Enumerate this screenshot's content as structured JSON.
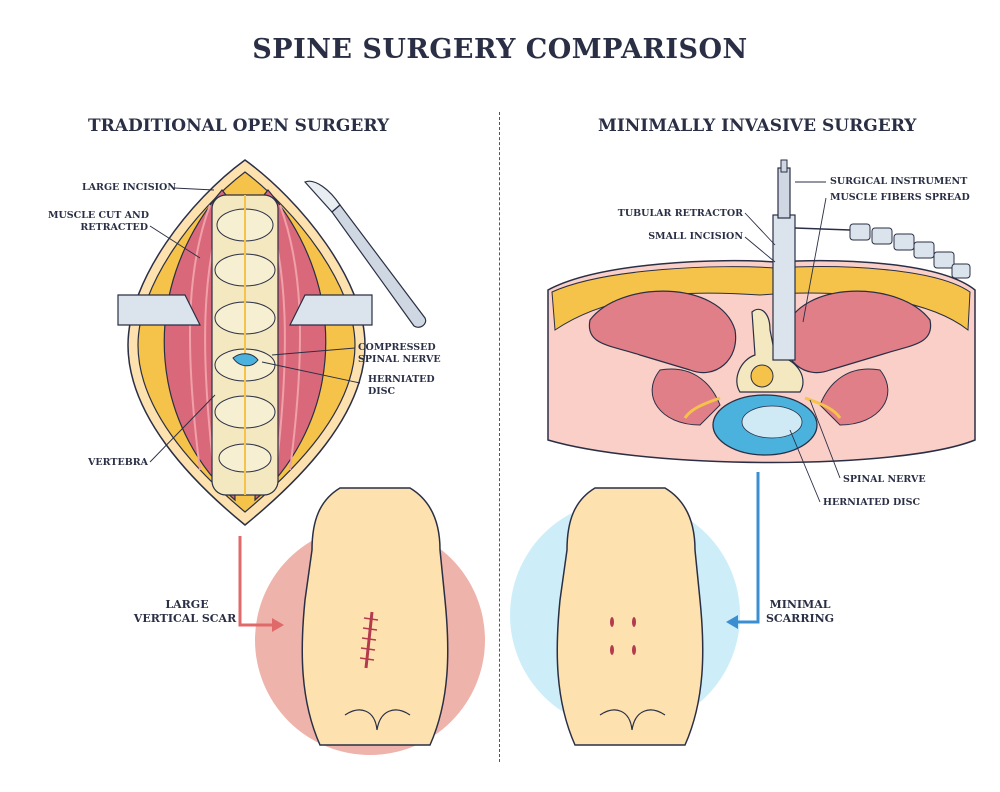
{
  "title": "SPINE SURGERY COMPARISON",
  "left": {
    "heading": "TRADITIONAL OPEN SURGERY",
    "labels": {
      "large_incision": "LARGE INCISION",
      "muscle_cut_1": "MUSCLE CUT AND",
      "muscle_cut_2": "RETRACTED",
      "compressed_1": "COMPRESSED",
      "compressed_2": "SPINAL NERVE",
      "herniated_1": "HERNIATED",
      "herniated_2": "DISC",
      "vertebra": "VERTEBRA",
      "scar_1": "LARGE",
      "scar_2": "VERTICAL SCAR"
    }
  },
  "right": {
    "heading": "MINIMALLY INVASIVE SURGERY",
    "labels": {
      "surgical_instrument": "SURGICAL INSTRUMENT",
      "muscle_fibers": "MUSCLE FIBERS SPREAD",
      "tubular_retractor": "TUBULAR RETRACTOR",
      "small_incision": "SMALL INCISION",
      "spinal_nerve": "SPINAL NERVE",
      "herniated_disc": "HERNIATED DISC",
      "scar_1": "MINIMAL",
      "scar_2": "SCARRING"
    }
  },
  "colors": {
    "outline": "#2a2f45",
    "skin": "#fde2b0",
    "fat": "#f5c24a",
    "muscle": "#d9697a",
    "muscle_light": "#f0a0a8",
    "bone": "#f3e8c0",
    "disc_blue": "#4ab2dd",
    "left_circle": "#eba69c",
    "right_circle": "#c8ecf8",
    "arrow_red": "#e06a6a",
    "arrow_blue": "#3b8fd0",
    "scar": "#b43b4e"
  }
}
